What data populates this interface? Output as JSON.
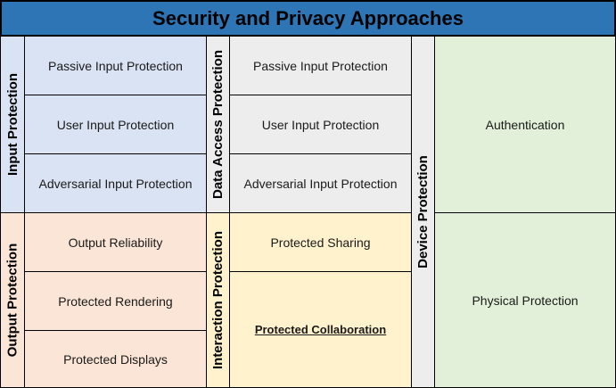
{
  "title": "Security and Privacy Approaches",
  "input_protection": {
    "label": "Input Protection",
    "items": [
      "Passive Input Protection",
      "User Input Protection",
      "Adversarial Input Protection"
    ]
  },
  "output_protection": {
    "label": "Output Protection",
    "items": [
      "Output Reliability",
      "Protected Rendering",
      "Protected Displays"
    ]
  },
  "data_access_protection": {
    "label": "Data Access Protection",
    "items": [
      "Passive Input Protection",
      "User Input Protection",
      "Adversarial Input Protection"
    ]
  },
  "interaction_protection": {
    "label": "Interaction Protection",
    "items": [
      "Protected Sharing",
      "Protected Collaboration"
    ]
  },
  "device_protection": {
    "label": "Device Protection",
    "items": [
      "Authentication",
      "Physical Protection"
    ]
  },
  "colors": {
    "title_bg": "#2e75b6",
    "input_bg": "#dae3f3",
    "output_bg": "#fbe5d6",
    "data_access_bg": "#ededed",
    "interaction_bg": "#fff2cc",
    "device_bg": "#e2f0d9"
  }
}
